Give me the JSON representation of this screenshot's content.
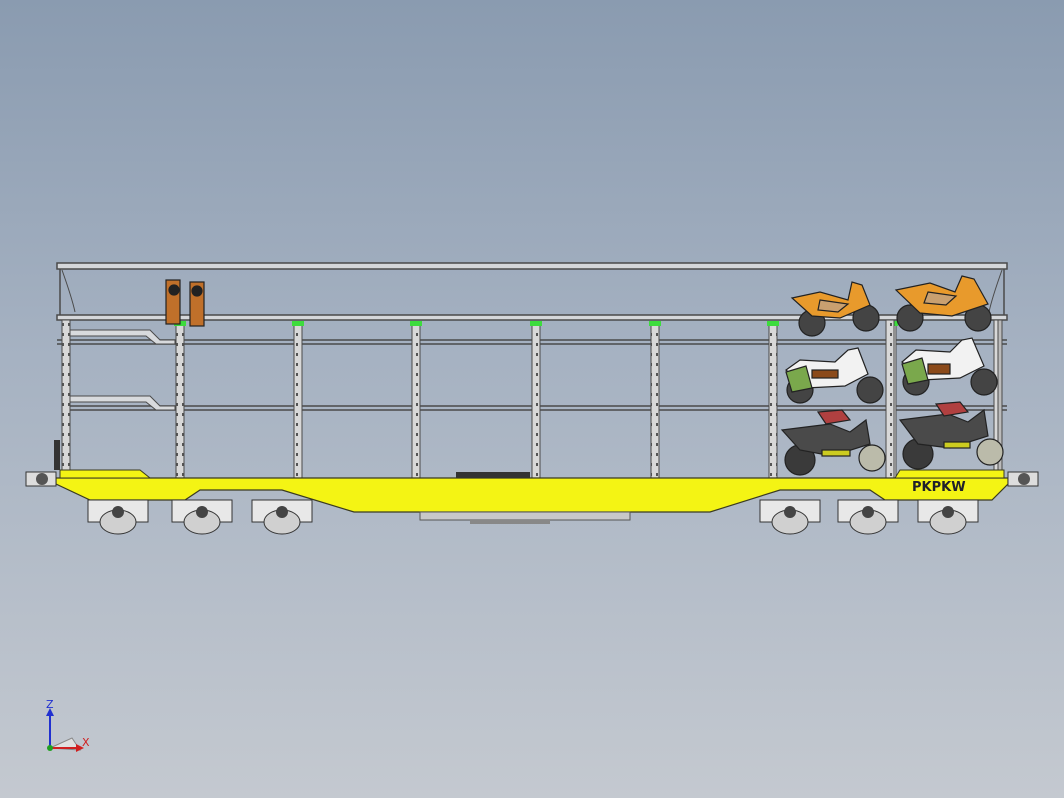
{
  "viewport": {
    "background_top": "#8a9bb0",
    "background_bottom": "#c4c9d0"
  },
  "railcar": {
    "body_color": "#f4f414",
    "frame_color": "#5a5a5a",
    "marker_color": "#3ddc3d",
    "marking_text": "PKPKW",
    "cargo": "motorcycles",
    "truck_count": 2,
    "wheelsets_per_truck": 3
  },
  "triad": {
    "z_label": "Z",
    "x_label": "X",
    "z_color": "#2030d0",
    "x_color": "#d02020"
  }
}
